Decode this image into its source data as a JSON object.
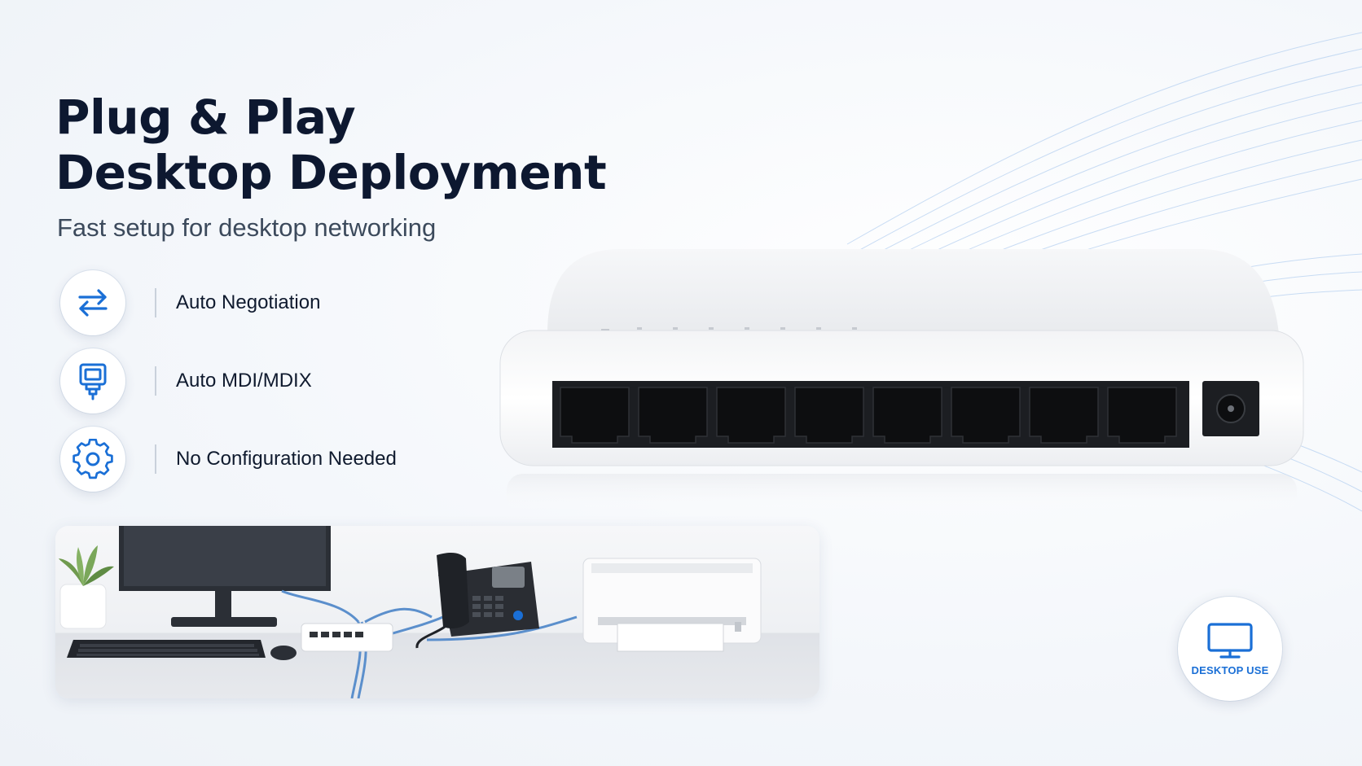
{
  "headline": {
    "line1": "Plug & Play",
    "line2": "Desktop Deployment"
  },
  "subtitle": "Fast setup for desktop networking",
  "features": [
    {
      "label": "Auto Negotiation",
      "icon": "arrows-exchange-icon"
    },
    {
      "label": "Auto MDI/MDIX",
      "icon": "ethernet-plug-icon"
    },
    {
      "label": "No Configuration Needed",
      "icon": "gear-icon"
    }
  ],
  "badge": {
    "label": "DESKTOP USE",
    "icon": "monitor-icon"
  },
  "colors": {
    "accent": "#1a6fd6",
    "heading": "#0d1830",
    "text": "#0f1a2e",
    "muted": "#3c4a5c"
  }
}
